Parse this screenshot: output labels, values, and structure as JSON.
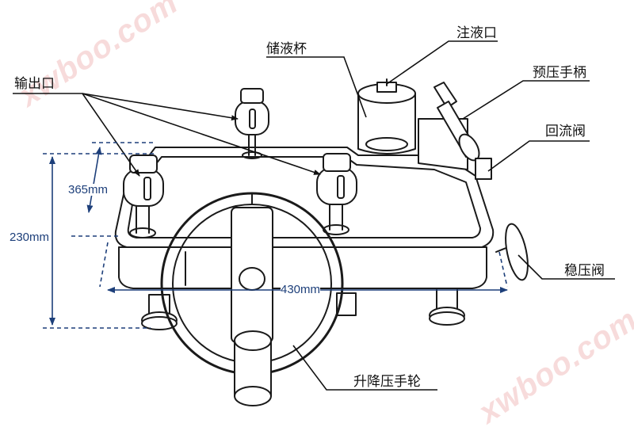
{
  "labels": {
    "fill_port": "注液口",
    "reservoir_cup": "储液杯",
    "output_port": "输出口",
    "priming_handle": "预压手柄",
    "return_valve": "回流阀",
    "stabilizing_valve": "稳压阀",
    "lift_handwheel": "升降压手轮"
  },
  "dimensions": {
    "height_front": "365mm",
    "height_total": "230mm",
    "width": "430mm"
  },
  "watermark": "xwboo.com",
  "colors": {
    "line": "#1a1a1a",
    "dimension": "#1d3f7a",
    "watermark": "#f4c9c9"
  }
}
